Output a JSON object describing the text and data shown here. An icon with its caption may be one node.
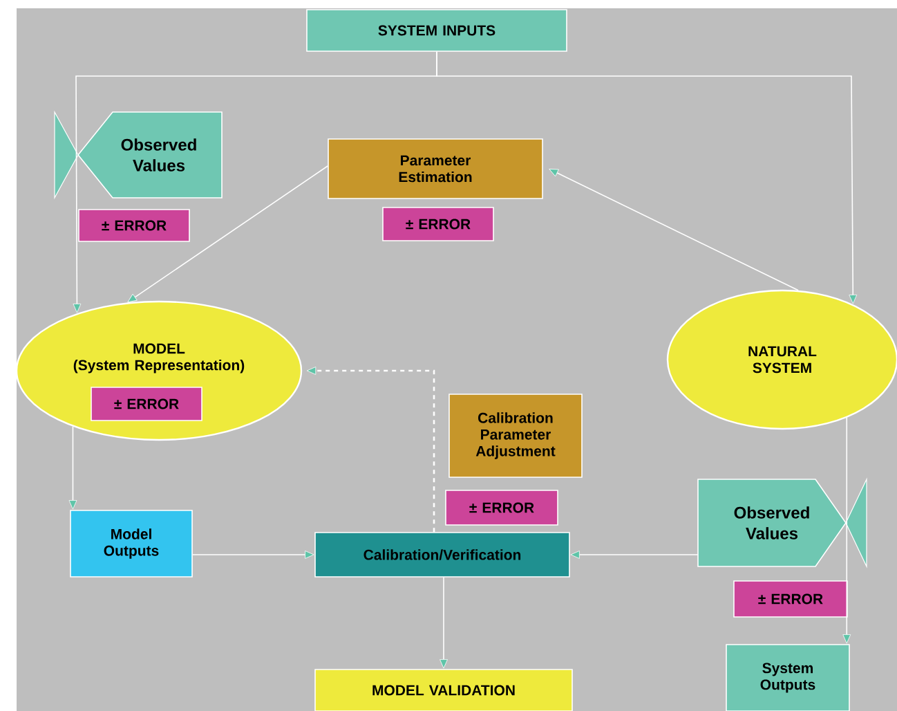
{
  "diagram": {
    "nodes": [
      {
        "text": [
          "SYSTEM INPUTS"
        ]
      },
      {
        "text": [
          "Observed Values"
        ]
      },
      {
        "text": [
          "± ERROR"
        ]
      },
      {
        "text": [
          "Parameter Estimation"
        ]
      },
      {
        "text": [
          "± ERROR"
        ]
      },
      {
        "text": [
          "MODEL",
          "(System Representation)"
        ]
      },
      {
        "text": [
          "± ERROR"
        ],
        "in": 5
      },
      {
        "text": [
          "NATURAL SYSTEM"
        ]
      },
      {
        "text": [
          "Calibration Parameter Adjustment"
        ]
      },
      {
        "text": [
          "± ERROR"
        ]
      },
      {
        "text": [
          "Model Outputs"
        ]
      },
      {
        "text": [
          "Calibration/Verification"
        ]
      },
      {
        "text": [
          "Observed Values"
        ]
      },
      {
        "text": [
          "± ERROR"
        ]
      },
      {
        "text": [
          "MODEL VALIDATION"
        ]
      },
      {
        "text": [
          "System Outputs"
        ]
      }
    ],
    "edges": [
      {
        "from": 0,
        "to": 5,
        "arrow": "to"
      },
      {
        "from": 0,
        "to": 7,
        "arrow": "to"
      },
      {
        "from": 3,
        "to": 5,
        "arrow": "to"
      },
      {
        "from": 7,
        "to": 3,
        "arrow": "to"
      },
      {
        "from": 11,
        "to": 5,
        "arrow": "to",
        "style": "dashed"
      },
      {
        "from": 5,
        "to": 10,
        "arrow": "to"
      },
      {
        "from": 10,
        "to": 11,
        "arrow": "to"
      },
      {
        "from": 12,
        "to": 11,
        "arrow": "to"
      },
      {
        "from": 11,
        "to": 14,
        "arrow": "to"
      },
      {
        "from": 7,
        "to": 15,
        "arrow": "to"
      }
    ]
  }
}
